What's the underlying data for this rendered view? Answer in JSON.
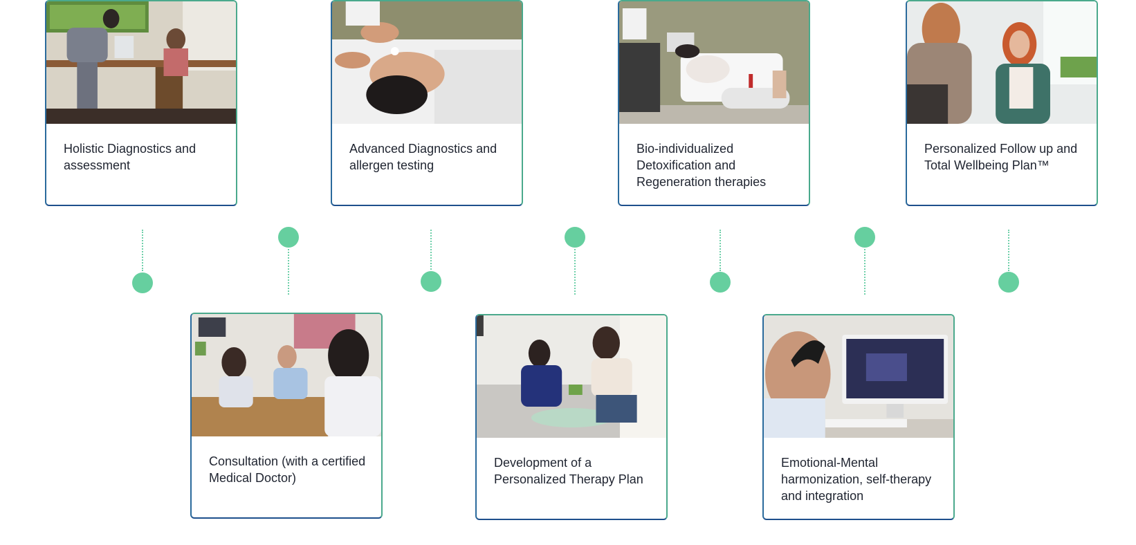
{
  "steps": [
    {
      "caption": "Holistic Diagnostics and assessment",
      "image": "clinician-with-patient-at-desk"
    },
    {
      "caption": "Consultation (with a certified Medical Doctor)",
      "image": "consultation-at-table"
    },
    {
      "caption": "Advanced Diagnostics and allergen testing",
      "image": "patient-receiving-facial-test"
    },
    {
      "caption": "Development of a Personalized Therapy Plan",
      "image": "therapist-reviewing-plan"
    },
    {
      "caption": "Bio-individualized Detoxification and Regeneration therapies",
      "image": "patient-on-therapy-bed"
    },
    {
      "caption": "Emotional-Mental harmonization, self-therapy and integration",
      "image": "patient-with-neurofeedback-headset"
    },
    {
      "caption": "Personalized Follow up and Total Wellbeing Plan™",
      "image": "smiling-woman-in-session"
    }
  ],
  "colors": {
    "accent": "#66cf9f",
    "card_border_top": "#4aa98c",
    "card_border_bottom": "#1d4f8c",
    "text": "#1f2430"
  }
}
